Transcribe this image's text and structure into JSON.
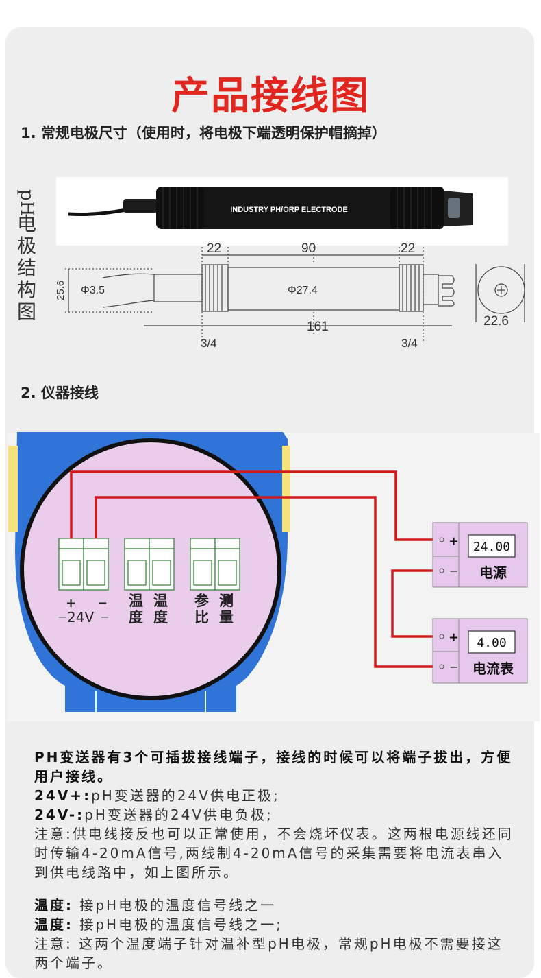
{
  "title": "产品接线图",
  "section1": "1. 常规电极尺寸（使用时，将电极下端透明保护帽摘掉）",
  "vertical_label_ph": "pH",
  "vertical_label_chars": [
    "电",
    "极",
    "结",
    "构",
    "图"
  ],
  "electrode_label": "INDUSTRY PH/ORP ELECTRODE",
  "dims": {
    "d22_left": "22",
    "d90": "90",
    "d22_right": "22",
    "d25_6": "25.6",
    "phi3_5": "Φ3.5",
    "phi27_4": "Φ27.4",
    "d161": "161",
    "d3_4_left": "3/4",
    "d3_4_right": "3/4",
    "d22_6": "22.6"
  },
  "section2": "2. 仪器接线",
  "terminals": {
    "plus": "+",
    "minus": "−",
    "voltage": "24V",
    "temp1": [
      "温",
      "度"
    ],
    "temp2": [
      "温",
      "度"
    ],
    "ref": [
      "参",
      "比"
    ],
    "meas": [
      "测",
      "量"
    ]
  },
  "power_box": {
    "display": "24.00",
    "plus": "+",
    "minus": "−",
    "label": "电源"
  },
  "meter_box": {
    "display": "4.00",
    "plus": "+",
    "minus": "−",
    "label": "电流表"
  },
  "colors": {
    "title": "#e0261f",
    "wire": "#d11a1a",
    "housing": "#2f74d6",
    "panel": "#e9cdea",
    "box": "#e6c8ec"
  },
  "text1": {
    "intro": "PH变送器有3个可插拔接线端子，接线的时候可以将端子拔出，方便用户接线。",
    "plus_key": "24V+:",
    "plus_val": "pH变送器的24V供电正极;",
    "minus_key": "24V-:",
    "minus_val": "pH变送器的24V供电负极;",
    "note": "注意:供电线接反也可以正常使用，不会烧坏仪表。这两根电源线还同时传输4-20mA信号,两线制4-20mA信号的采集需要将电流表串入到供电线路中，如上图所示。"
  },
  "text2": {
    "t1_key": "温度:",
    "t1_val": "接pH电极的温度信号线之一",
    "t2_key": "温度:",
    "t2_val": "接pH电极的温度信号线之一;",
    "note": "注意: 这两个温度端子针对温补型pH电极，常规pH电极不需要接这两个端子。"
  }
}
